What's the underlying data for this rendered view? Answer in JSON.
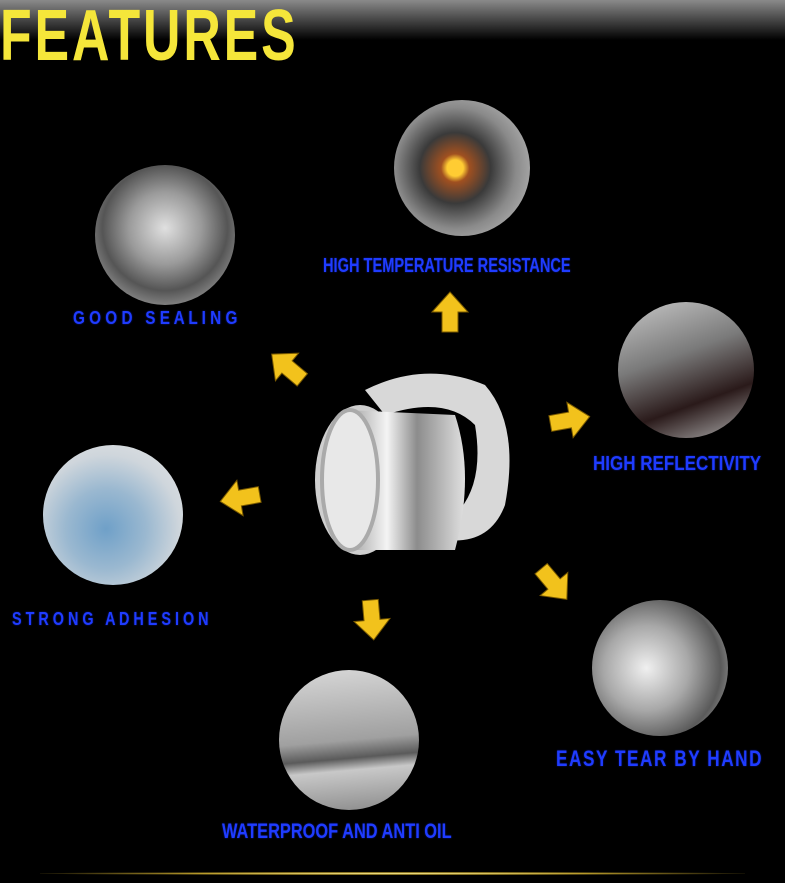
{
  "title": "FEATURES",
  "colors": {
    "title": "#f5e63a",
    "label": "#1f3cff",
    "arrow": "#f2c21c"
  },
  "features": [
    {
      "label": "HIGH TEMPERATURE RESISTANCE"
    },
    {
      "label": "G O O D   S E A L I N G"
    },
    {
      "label": "HIGH REFLECTIVITY"
    },
    {
      "label": "S T R O N G   A D H E S I O N"
    },
    {
      "label": "EASY TEAR BY HAND"
    },
    {
      "label": "WATERPROOF AND ANTI OIL"
    }
  ]
}
